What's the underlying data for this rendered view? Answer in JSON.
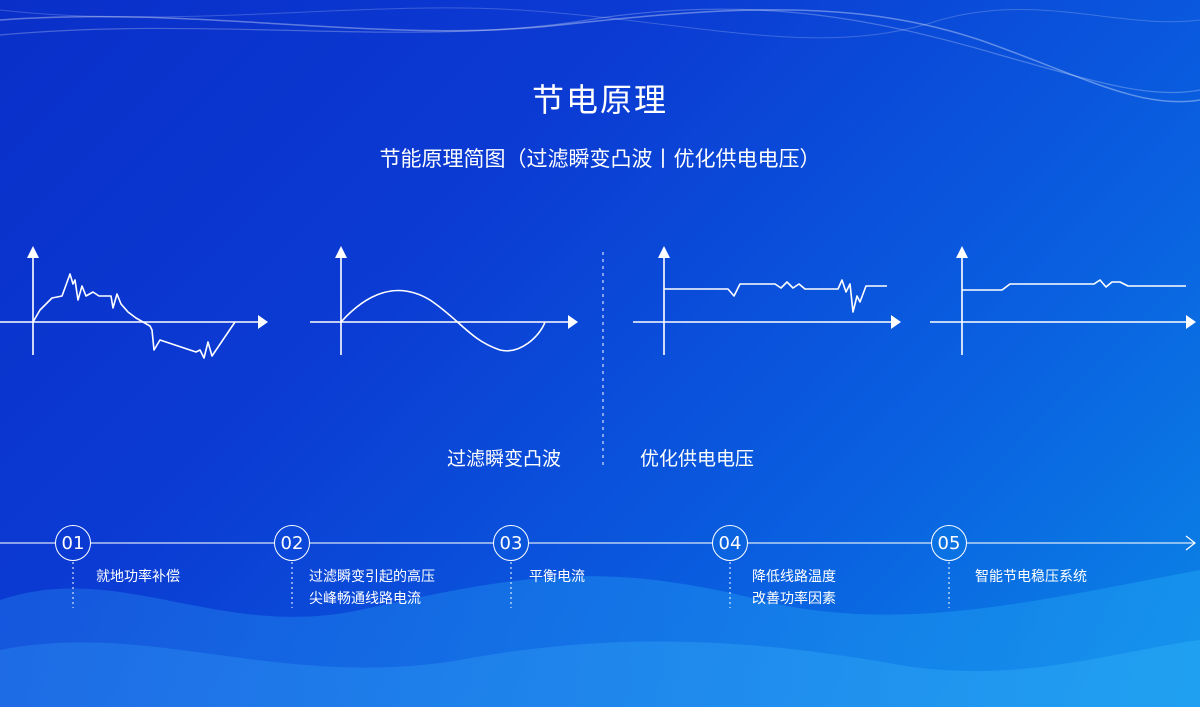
{
  "title": "节电原理",
  "subtitle": "节能原理简图（过滤瞬变凸波丨优化供电电压）",
  "captions": {
    "left": "过滤瞬变凸波",
    "right": "优化供电电压"
  },
  "timeline": {
    "steps": [
      {
        "number": "01",
        "lines": [
          "就地功率补偿"
        ]
      },
      {
        "number": "02",
        "lines": [
          "过滤瞬变引起的高压",
          "尖峰畅通线路电流"
        ]
      },
      {
        "number": "03",
        "lines": [
          "平衡电流"
        ]
      },
      {
        "number": "04",
        "lines": [
          "降低线路温度",
          "改善功率因素"
        ]
      },
      {
        "number": "05",
        "lines": [
          "智能节电稳压系统"
        ]
      }
    ]
  },
  "colors": {
    "background_start": "#0a2fc9",
    "background_end": "#0b86e6",
    "foreground": "#ffffff"
  },
  "icons": {
    "axis_arrow": "triangle-arrow-icon",
    "timeline_arrow": "chevron-right-icon"
  }
}
